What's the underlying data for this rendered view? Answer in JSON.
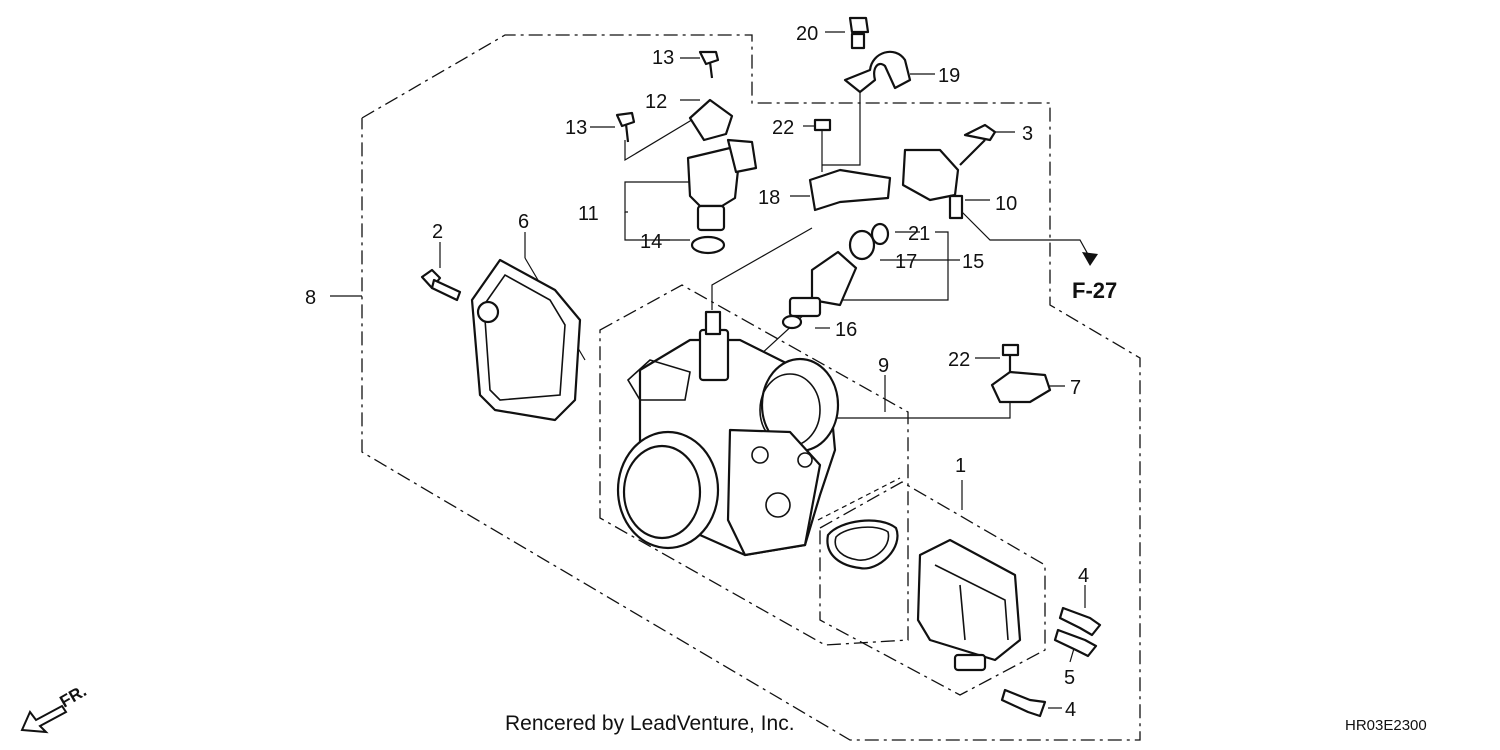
{
  "callouts": {
    "n1": "1",
    "n2": "2",
    "n3": "3",
    "n4a": "4",
    "n4b": "4",
    "n5": "5",
    "n6": "6",
    "n7": "7",
    "n8": "8",
    "n9": "9",
    "n10": "10",
    "n11": "11",
    "n12": "12",
    "n13a": "13",
    "n13b": "13",
    "n14": "14",
    "n15": "15",
    "n16": "16",
    "n17": "17",
    "n18": "18",
    "n19": "19",
    "n20": "20",
    "n21": "21",
    "n22a": "22",
    "n22b": "22"
  },
  "reference": "F-27",
  "front_marker": "FR.",
  "credit": "Rencered by LeadVenture, Inc.",
  "diagram_code": "HR03E2300"
}
